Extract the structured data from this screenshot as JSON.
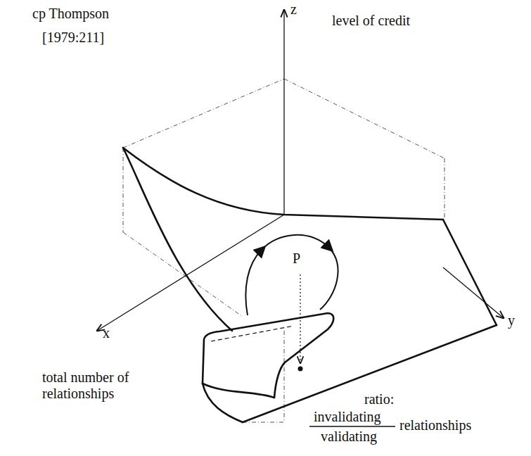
{
  "diagram": {
    "labels": [
      "cp Thompson",
      "[1979:211]",
      "z",
      "level of credit",
      "x",
      "total number of relationships",
      "y",
      "ratio:",
      "invalidating",
      "validating",
      "relationships",
      "P"
    ]
  }
}
